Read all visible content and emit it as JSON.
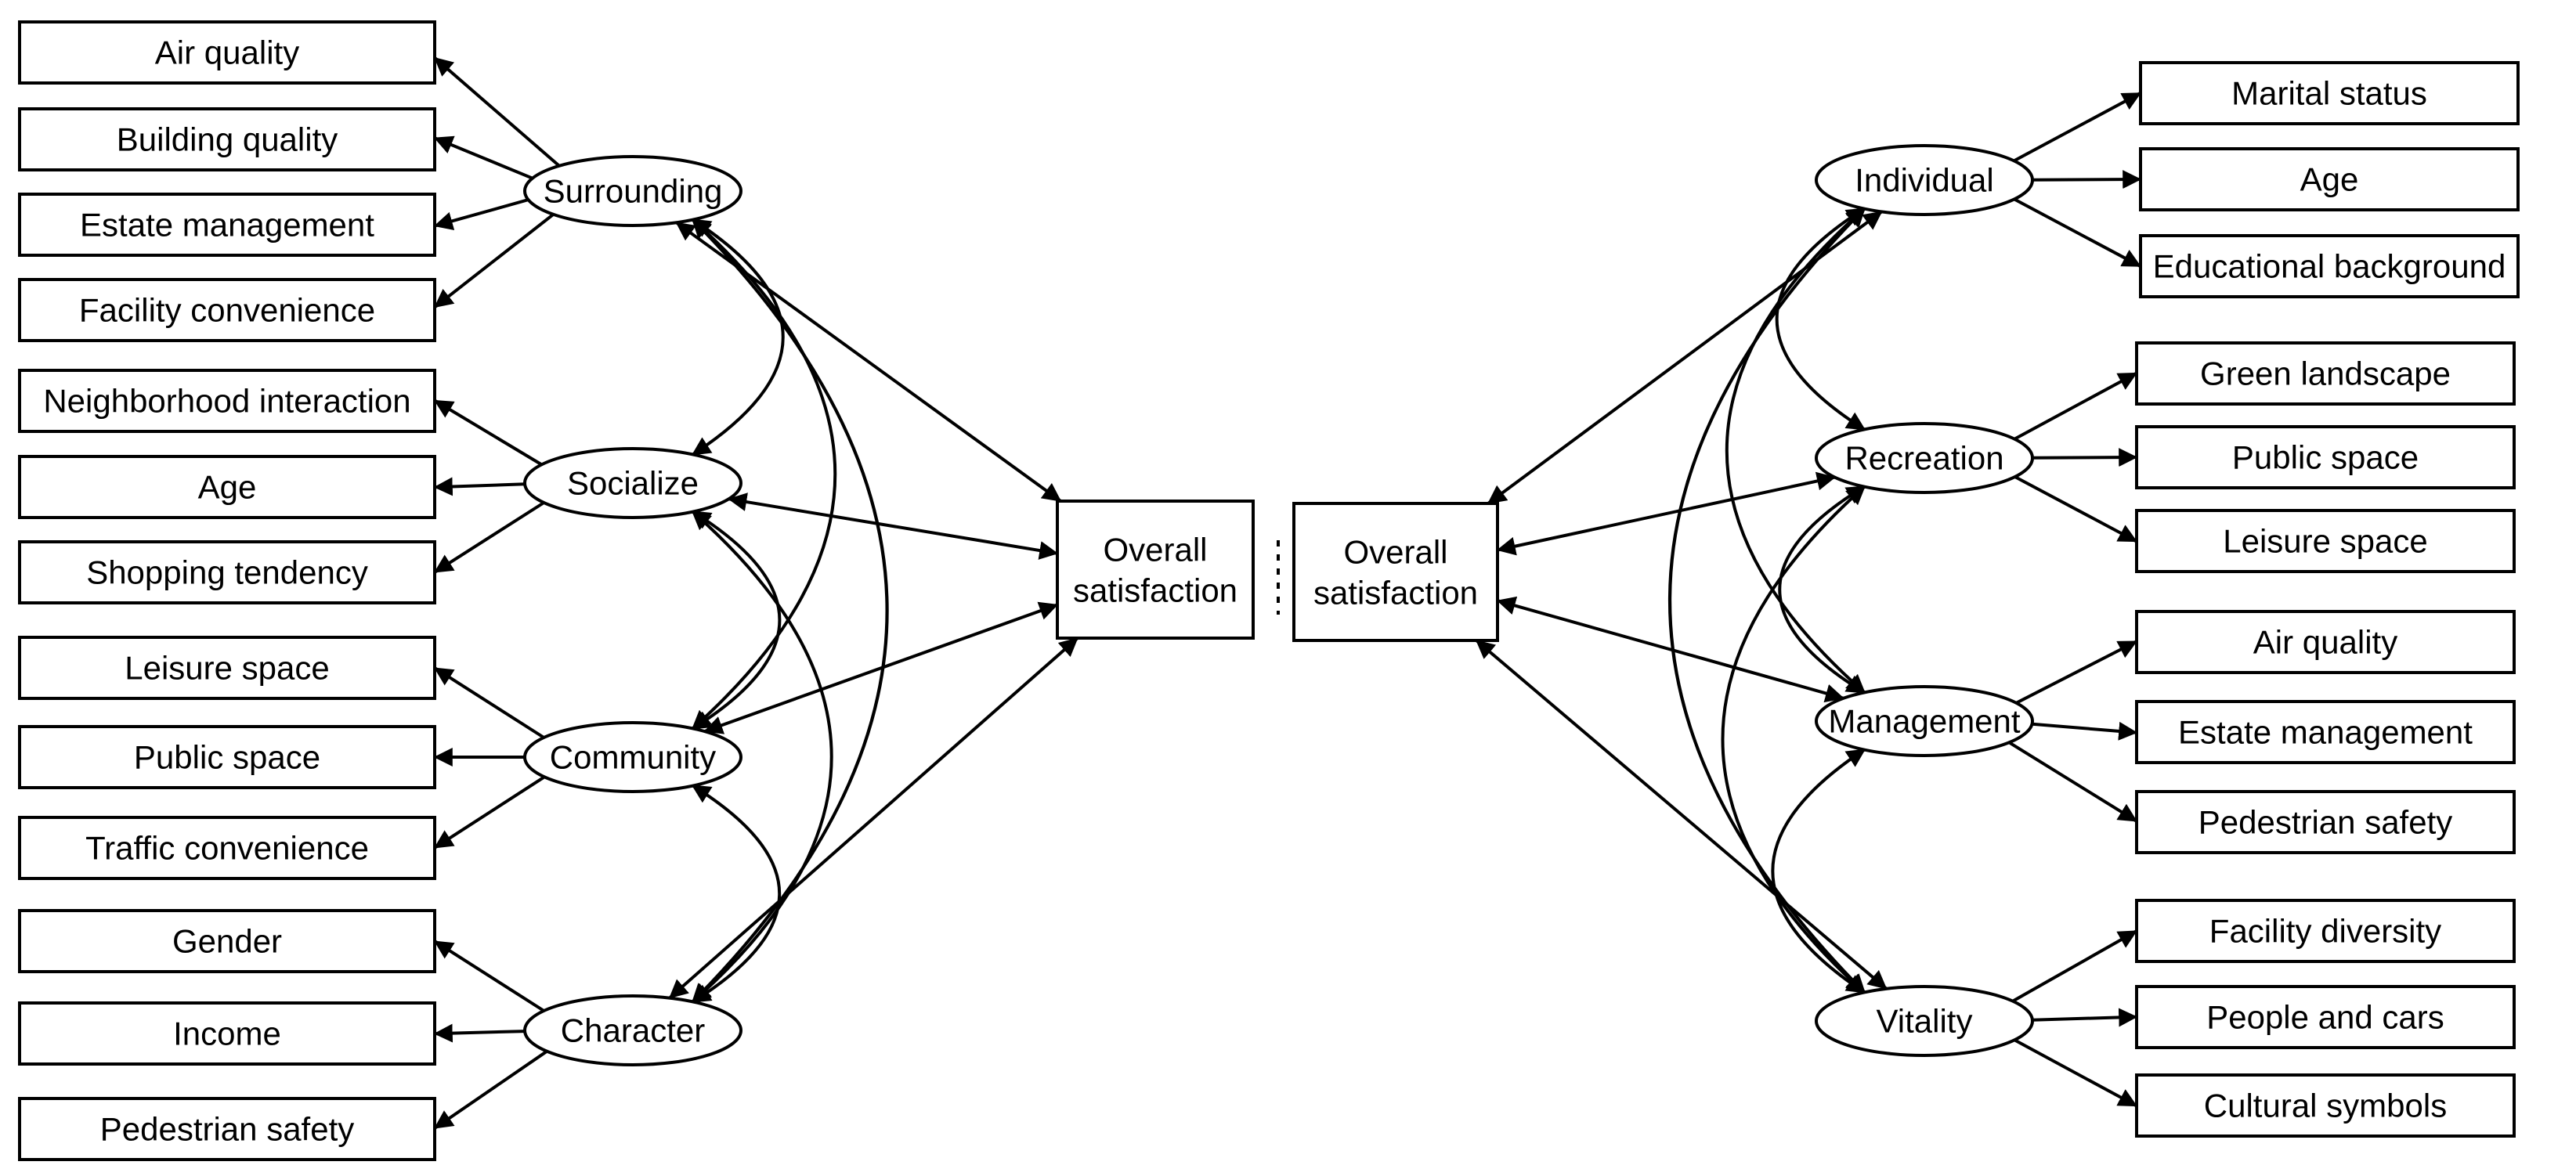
{
  "left": {
    "outcome": {
      "id": "L_out",
      "lines": [
        "Overall",
        "satisfaction"
      ]
    },
    "factors": [
      {
        "id": "L_surr",
        "label": "Surrounding"
      },
      {
        "id": "L_soc",
        "label": "Socialize"
      },
      {
        "id": "L_com",
        "label": "Community"
      },
      {
        "id": "L_chr",
        "label": "Character"
      }
    ],
    "indicators": [
      {
        "id": "L_b1",
        "label": "Air quality"
      },
      {
        "id": "L_b2",
        "label": "Building quality"
      },
      {
        "id": "L_b3",
        "label": "Estate management"
      },
      {
        "id": "L_b4",
        "label": "Facility convenience"
      },
      {
        "id": "L_b5",
        "label": "Neighborhood interaction"
      },
      {
        "id": "L_b6",
        "label": "Age"
      },
      {
        "id": "L_b7",
        "label": "Shopping tendency"
      },
      {
        "id": "L_b8",
        "label": "Leisure space"
      },
      {
        "id": "L_b9",
        "label": "Public space"
      },
      {
        "id": "L_b10",
        "label": "Traffic convenience"
      },
      {
        "id": "L_b11",
        "label": "Gender"
      },
      {
        "id": "L_b12",
        "label": "Income"
      },
      {
        "id": "L_b13",
        "label": "Pedestrian safety"
      }
    ]
  },
  "right": {
    "outcome": {
      "id": "R_out",
      "lines": [
        "Overall",
        "satisfaction"
      ]
    },
    "factors": [
      {
        "id": "R_ind",
        "label": "Individual"
      },
      {
        "id": "R_rec",
        "label": "Recreation"
      },
      {
        "id": "R_man",
        "label": "Management"
      },
      {
        "id": "R_vit",
        "label": "Vitality"
      }
    ],
    "indicators": [
      {
        "id": "R_b1",
        "label": "Marital status"
      },
      {
        "id": "R_b2",
        "label": "Age"
      },
      {
        "id": "R_b3",
        "label": "Educational background"
      },
      {
        "id": "R_b4",
        "label": "Green landscape"
      },
      {
        "id": "R_b5",
        "label": "Public space"
      },
      {
        "id": "R_b6",
        "label": "Leisure space"
      },
      {
        "id": "R_b7",
        "label": "Air quality"
      },
      {
        "id": "R_b8",
        "label": "Estate management"
      },
      {
        "id": "R_b9",
        "label": "Pedestrian safety"
      },
      {
        "id": "R_b10",
        "label": "Facility diversity"
      },
      {
        "id": "R_b11",
        "label": "People and cars"
      },
      {
        "id": "R_b12",
        "label": "Cultural symbols"
      }
    ]
  },
  "loadings": [
    [
      "L_surr",
      "L_b1"
    ],
    [
      "L_surr",
      "L_b2"
    ],
    [
      "L_surr",
      "L_b3"
    ],
    [
      "L_surr",
      "L_b4"
    ],
    [
      "L_soc",
      "L_b5"
    ],
    [
      "L_soc",
      "L_b6"
    ],
    [
      "L_soc",
      "L_b7"
    ],
    [
      "L_com",
      "L_b8"
    ],
    [
      "L_com",
      "L_b9"
    ],
    [
      "L_com",
      "L_b10"
    ],
    [
      "L_chr",
      "L_b11"
    ],
    [
      "L_chr",
      "L_b12"
    ],
    [
      "L_chr",
      "L_b13"
    ],
    [
      "R_ind",
      "R_b1"
    ],
    [
      "R_ind",
      "R_b2"
    ],
    [
      "R_ind",
      "R_b3"
    ],
    [
      "R_rec",
      "R_b4"
    ],
    [
      "R_rec",
      "R_b5"
    ],
    [
      "R_rec",
      "R_b6"
    ],
    [
      "R_man",
      "R_b7"
    ],
    [
      "R_man",
      "R_b8"
    ],
    [
      "R_man",
      "R_b9"
    ],
    [
      "R_vit",
      "R_b10"
    ],
    [
      "R_vit",
      "R_b11"
    ],
    [
      "R_vit",
      "R_b12"
    ]
  ],
  "paths": [
    [
      "L_surr",
      "L_out"
    ],
    [
      "L_soc",
      "L_out"
    ],
    [
      "L_com",
      "L_out"
    ],
    [
      "L_chr",
      "L_out"
    ],
    [
      "R_ind",
      "R_out"
    ],
    [
      "R_rec",
      "R_out"
    ],
    [
      "R_man",
      "R_out"
    ],
    [
      "R_vit",
      "R_out"
    ]
  ],
  "correlations": [
    [
      "L_surr",
      "L_soc"
    ],
    [
      "L_surr",
      "L_com"
    ],
    [
      "L_surr",
      "L_chr"
    ],
    [
      "L_soc",
      "L_com"
    ],
    [
      "L_soc",
      "L_chr"
    ],
    [
      "L_com",
      "L_chr"
    ],
    [
      "R_ind",
      "R_rec"
    ],
    [
      "R_ind",
      "R_man"
    ],
    [
      "R_ind",
      "R_vit"
    ],
    [
      "R_rec",
      "R_man"
    ],
    [
      "R_rec",
      "R_vit"
    ],
    [
      "R_man",
      "R_vit"
    ]
  ]
}
